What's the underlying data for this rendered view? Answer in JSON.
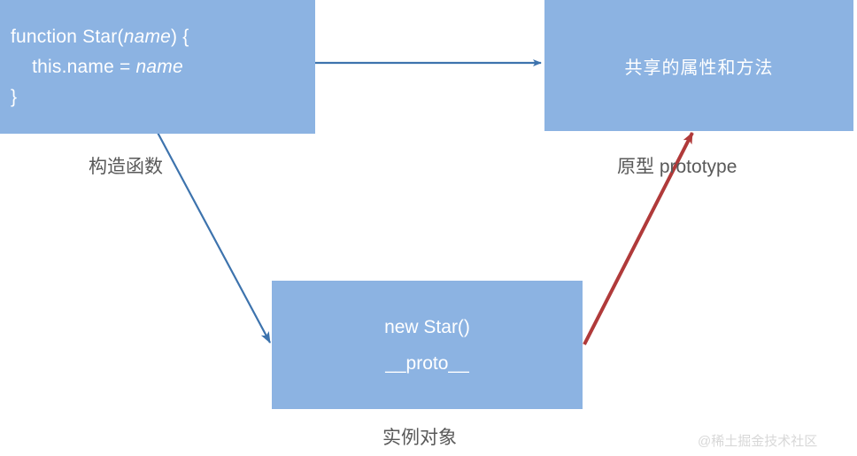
{
  "diagram": {
    "title": "JavaScript prototype relationship diagram",
    "background": "#ffffff",
    "box_fill": "#8CB3E2",
    "box_text_color": "#ffffff",
    "caption_color": "#595959",
    "blue_edge_color": "#3D73AD",
    "red_edge_color": "#B03A3A"
  },
  "nodes": {
    "constructor": {
      "code_line_1": "function Star(",
      "code_line_1_param": "name",
      "code_line_1_tail": ") {",
      "code_line_2": "    this.name = ",
      "code_line_2_value": "name",
      "code_line_3": "}"
    },
    "prototype": {
      "label": "共享的属性和方法"
    },
    "instance": {
      "line_1": "new Star()",
      "line_2": "__proto__"
    }
  },
  "captions": {
    "constructor": "构造函数",
    "prototype": "原型 prototype",
    "instance": "实例对象"
  },
  "edges": [
    {
      "name": "constructor-to-prototype",
      "color": "#3D73AD",
      "from": "constructor",
      "to": "prototype"
    },
    {
      "name": "constructor-to-instance",
      "color": "#3D73AD",
      "from": "constructor",
      "to": "instance"
    },
    {
      "name": "instance-to-prototype",
      "color": "#B03A3A",
      "from": "instance",
      "to": "prototype"
    }
  ],
  "watermark": {
    "text": "@稀土掘金技术社区"
  }
}
